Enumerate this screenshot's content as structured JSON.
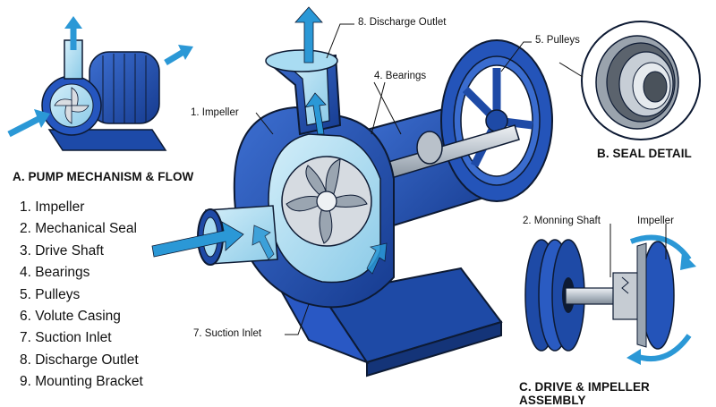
{
  "sections": {
    "a_title": "A. PUMP MECHANISM & FLOW",
    "b_title": "B. SEAL DETAIL",
    "c_title": "C. DRIVE & IMPELLER ASSEMBLY"
  },
  "legend": [
    "1. Impeller",
    "2. Mechanical Seal",
    "3. Drive Shaft",
    "4. Bearings",
    "5. Pulleys",
    "6. Volute Casing",
    "7. Suction Inlet",
    "8. Discharge Outlet",
    "9. Mounting Bracket"
  ],
  "callouts": {
    "discharge_outlet": "8. Discharge Outlet",
    "pulleys": "5. Pulleys",
    "bearings": "4. Bearings",
    "impeller": "1. Impeller",
    "suction_inlet": "7. Suction Inlet",
    "monning_shaft": "2. Monning Shaft",
    "impeller_detail": "Impeller"
  },
  "colors": {
    "casing_blue": "#1f4fb3",
    "casing_dark": "#173a86",
    "water_light": "#a9dcf2",
    "flow_arrow": "#2b98d6",
    "steel": "#c9d0d8",
    "outline": "#0d1a33"
  }
}
